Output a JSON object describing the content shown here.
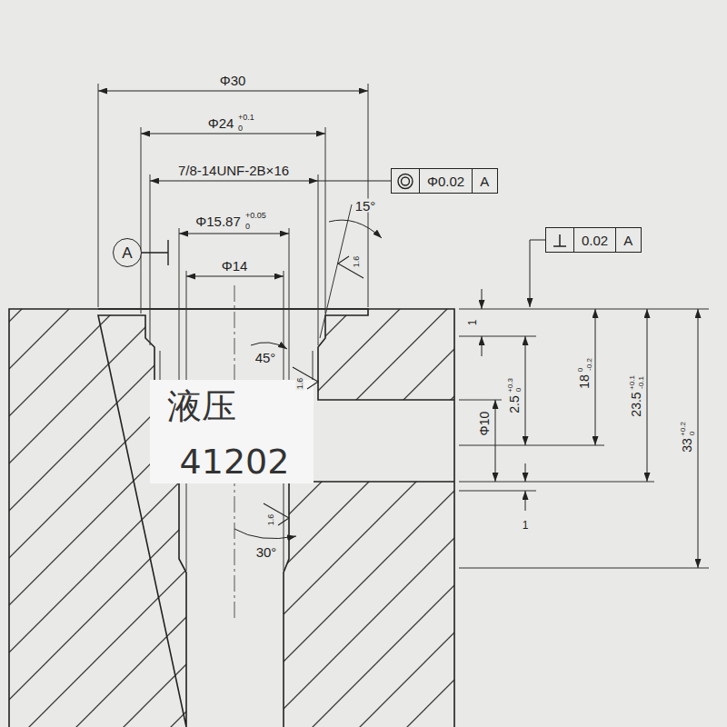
{
  "diagram": {
    "nodes": [
      {
        "text": [
          "Φ0.02",
          "A"
        ]
      },
      {
        "text": [
          "A"
        ]
      },
      {
        "text": [
          "0.02",
          "A"
        ]
      }
    ],
    "labels": [
      "Φ30",
      "Φ24",
      "+0.1",
      "0",
      "7/8-14UNF-2B×16",
      "15°",
      "1.6",
      "Φ15.87",
      "+0.05",
      "0",
      "Φ14",
      "1",
      "45°",
      "1.6",
      "液压",
      "41202",
      "Φ10",
      "2.5",
      "+0.3",
      "0",
      "18",
      "0",
      "-0.2",
      "23.5",
      "+0.1",
      "-0.1",
      "33",
      "+0.2",
      "0",
      "1",
      "1.6",
      "30°"
    ]
  }
}
